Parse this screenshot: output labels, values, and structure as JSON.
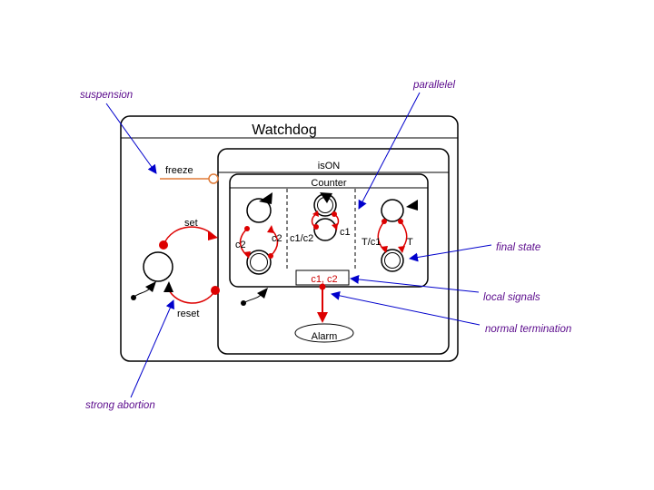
{
  "diagram": {
    "title": "Watchdog",
    "states": {
      "ison": "isON",
      "counter": "Counter",
      "alarm": "Alarm"
    },
    "labels": {
      "freeze": "freeze",
      "set": "set",
      "reset": "reset",
      "c2_left": "c2",
      "c2_right": "c2",
      "c1c2": "c1/c2",
      "c1": "c1",
      "tc1": "T/c1",
      "t": "T",
      "local_signals": "c1, c2"
    },
    "annotations": {
      "suspension": "suspension",
      "parallel": "parallelel",
      "final_state": "final state",
      "local_signals": "local signals",
      "normal_termination": "normal termination",
      "strong_abortion": "strong abortion"
    },
    "colors": {
      "annotation_text": "#5a0a8c",
      "pointer_arrow": "#0000cc",
      "transition": "#dd0000",
      "suspension_line": "#e07b39"
    }
  }
}
